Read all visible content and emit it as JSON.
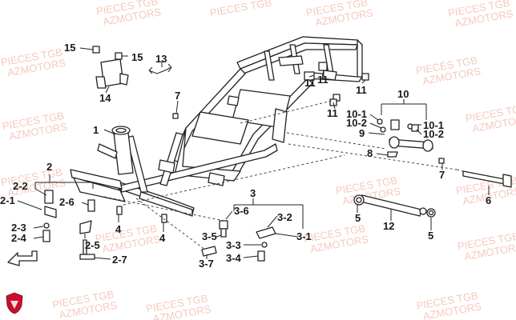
{
  "watermark": {
    "line1": "PIECES TGB",
    "line2": "AZMOTORS",
    "color": "#f2b8a8"
  },
  "labels": {
    "l1": "1",
    "l2": "2",
    "l2_1": "2-1",
    "l2_2": "2-2",
    "l2_3": "2-3",
    "l2_4": "2-4",
    "l2_5": "2-5",
    "l2_6": "2-6",
    "l2_7": "2-7",
    "l3": "3",
    "l3_1": "3-1",
    "l3_2": "3-2",
    "l3_3": "3-3",
    "l3_4": "3-4",
    "l3_5": "3-5",
    "l3_6": "3-6",
    "l3_7": "3-7",
    "l4a": "4",
    "l4b": "4",
    "l5a": "5",
    "l5b": "5",
    "l6": "6",
    "l7a": "7",
    "l7b": "7",
    "l8": "8",
    "l9": "9",
    "l10": "10",
    "l10_1a": "10-1",
    "l10_1b": "10-1",
    "l10_2a": "10-2",
    "l10_2b": "10-2",
    "l11a": "11",
    "l11b": "11",
    "l11c": "11",
    "l11d": "11",
    "l12": "12",
    "l13": "13",
    "l14": "14",
    "l15a": "15",
    "l15b": "15"
  },
  "colors": {
    "logo": "#c8102e",
    "line": "#222222"
  },
  "icons": {
    "brand_logo": "shield-logo-icon",
    "direction_arrow": "front-arrow-icon"
  }
}
